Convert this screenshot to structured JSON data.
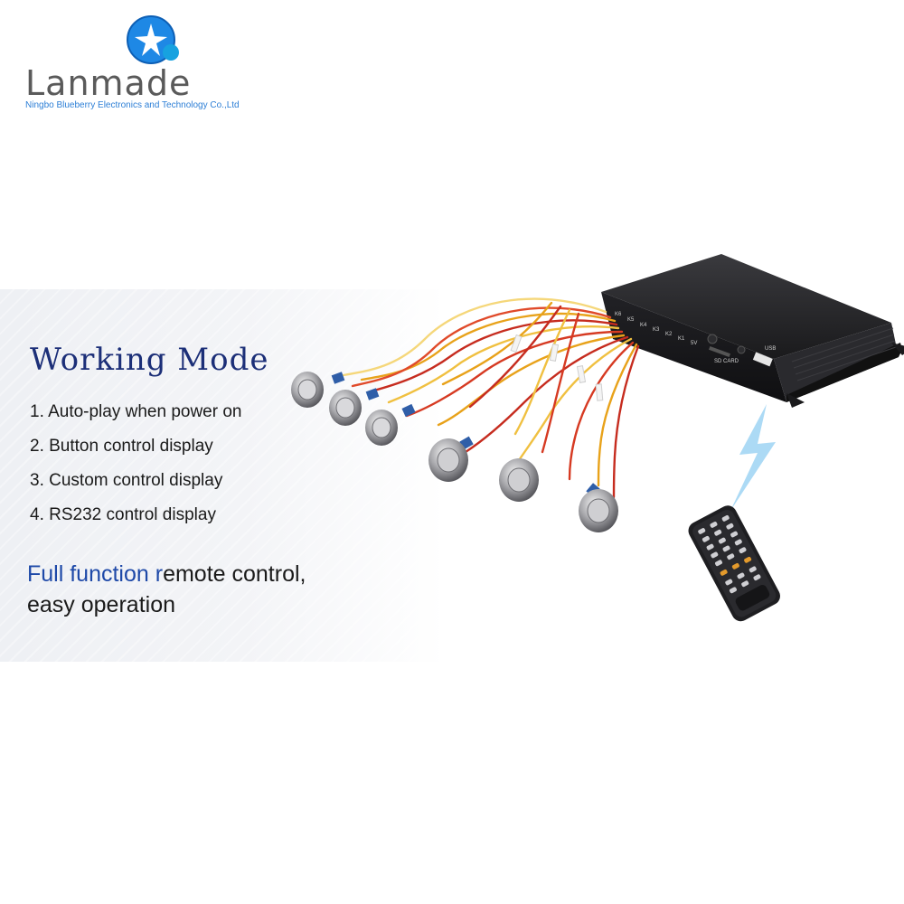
{
  "brand": {
    "name": "Lanmade",
    "subtitle": "Ningbo Blueberry Electronics and Technology Co.,Ltd",
    "accent_color": "#1e88e5"
  },
  "working_mode": {
    "title": "Working Mode",
    "items": [
      "1. Auto-play when power on",
      "2. Button control display",
      "3. Custom control display",
      "4. RS232 control display"
    ]
  },
  "remote": {
    "accent_part": "Full function r",
    "rest_line1": "emote control,",
    "line2": "easy operation"
  },
  "device_labels": {
    "sd_card": "SD CARD",
    "usb": "USB",
    "ports": [
      "K6",
      "K5",
      "K4",
      "K3",
      "K2",
      "K1",
      "5V"
    ]
  },
  "colors": {
    "heading": "#1c2f78",
    "remote_accent": "#1e49a8",
    "box": "#1b1b1d"
  }
}
